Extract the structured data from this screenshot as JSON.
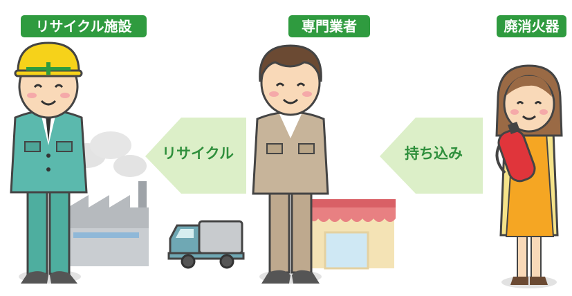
{
  "labels": {
    "recycling_facility": "リサイクル施設",
    "specialist_trader": "専門業者",
    "disposal_extinguisher": "廃消火器"
  },
  "arrows": {
    "to_recycling": "リサイクル",
    "bring_in": "持ち込み"
  },
  "colors": {
    "label_green": "#2f9b3f",
    "arrow_fill": "#dcefc8",
    "arrow_text": "#2f8f3c",
    "worker_suit": "#5bb9ad",
    "trader_suit": "#c7b49a",
    "helmet": "#f6d21a",
    "dress": "#f5a623",
    "extinguisher": "#e0353b"
  },
  "icons": [
    "helmet-icon",
    "factory-icon",
    "truck-icon",
    "shop-icon",
    "fire-extinguisher-icon"
  ]
}
